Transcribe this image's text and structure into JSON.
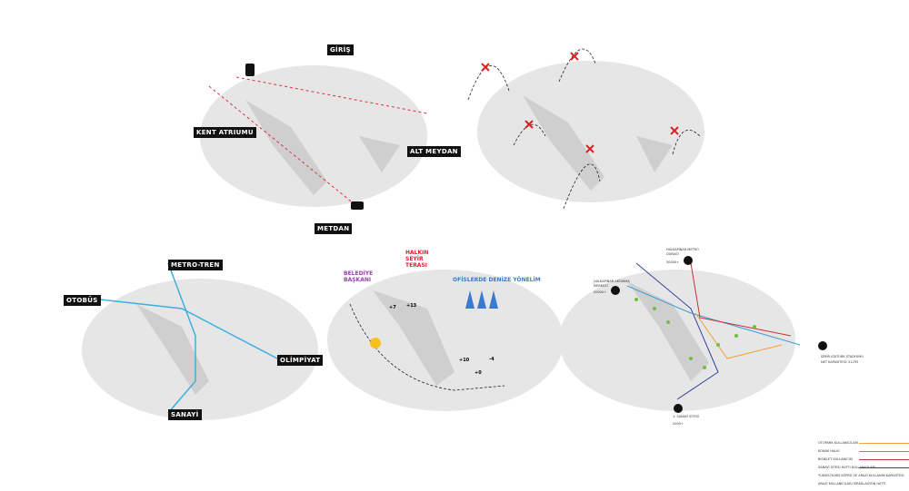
{
  "panel1": {
    "giris": "GİRİŞ",
    "kent_atriumu": "KENT ATRIUMU",
    "alt_meydan": "ALT MEYDAN",
    "meydan": "METDAN"
  },
  "panel3": {
    "metro_tren": "METRO-TREN",
    "otobus": "OTOBÜS",
    "olimpiyat": "OLİMPİYAT",
    "sanayi": "SANAYİ"
  },
  "panel4": {
    "belediye": "BELEDİYE\nBAŞKANI",
    "halkin": "HALKIN\nSEYİR\nTERASI",
    "ofisler": "OFİSLERDE DENİZE YÖNELİM",
    "levels": [
      "+7",
      "+13",
      "+10",
      "+0",
      "-4"
    ]
  },
  "panel5": {
    "metro": "HALKAPINAR METRO\nDURAĞI",
    "metro_count": "50000+",
    "aktarma": "HALKAPINAR AKTARMA\nMERKEZİ",
    "aktarma_count": "20000+",
    "stadyum": "İZMİR ATATÜRK STADYUMU",
    "stadyum_cap": "NET KAPASİTESİ: 51295",
    "sanayi": "1. SANAYİ SİTESİ",
    "sanayi_count": "5000+"
  },
  "legend": [
    {
      "label": "OTOPARK KULLANICILARI",
      "color": "#f0a040"
    },
    {
      "label": "KONAK HALKI",
      "color": "#3aa0d8"
    },
    {
      "label": "BİSİKLET KULLANICISI",
      "color": "#c83030"
    },
    {
      "label": "SANAYİ SİTESİ HATTI KULLANICILARI",
      "color": "#3040a0"
    }
  ],
  "legend_notes": [
    "YÜKSELTİLMİŞ KÖPRÜ VE ARAZİ KULLANIM KAPASİTESİ",
    "ARAZİ KULLANICILARI SİRKÜLASYON HATTI"
  ]
}
